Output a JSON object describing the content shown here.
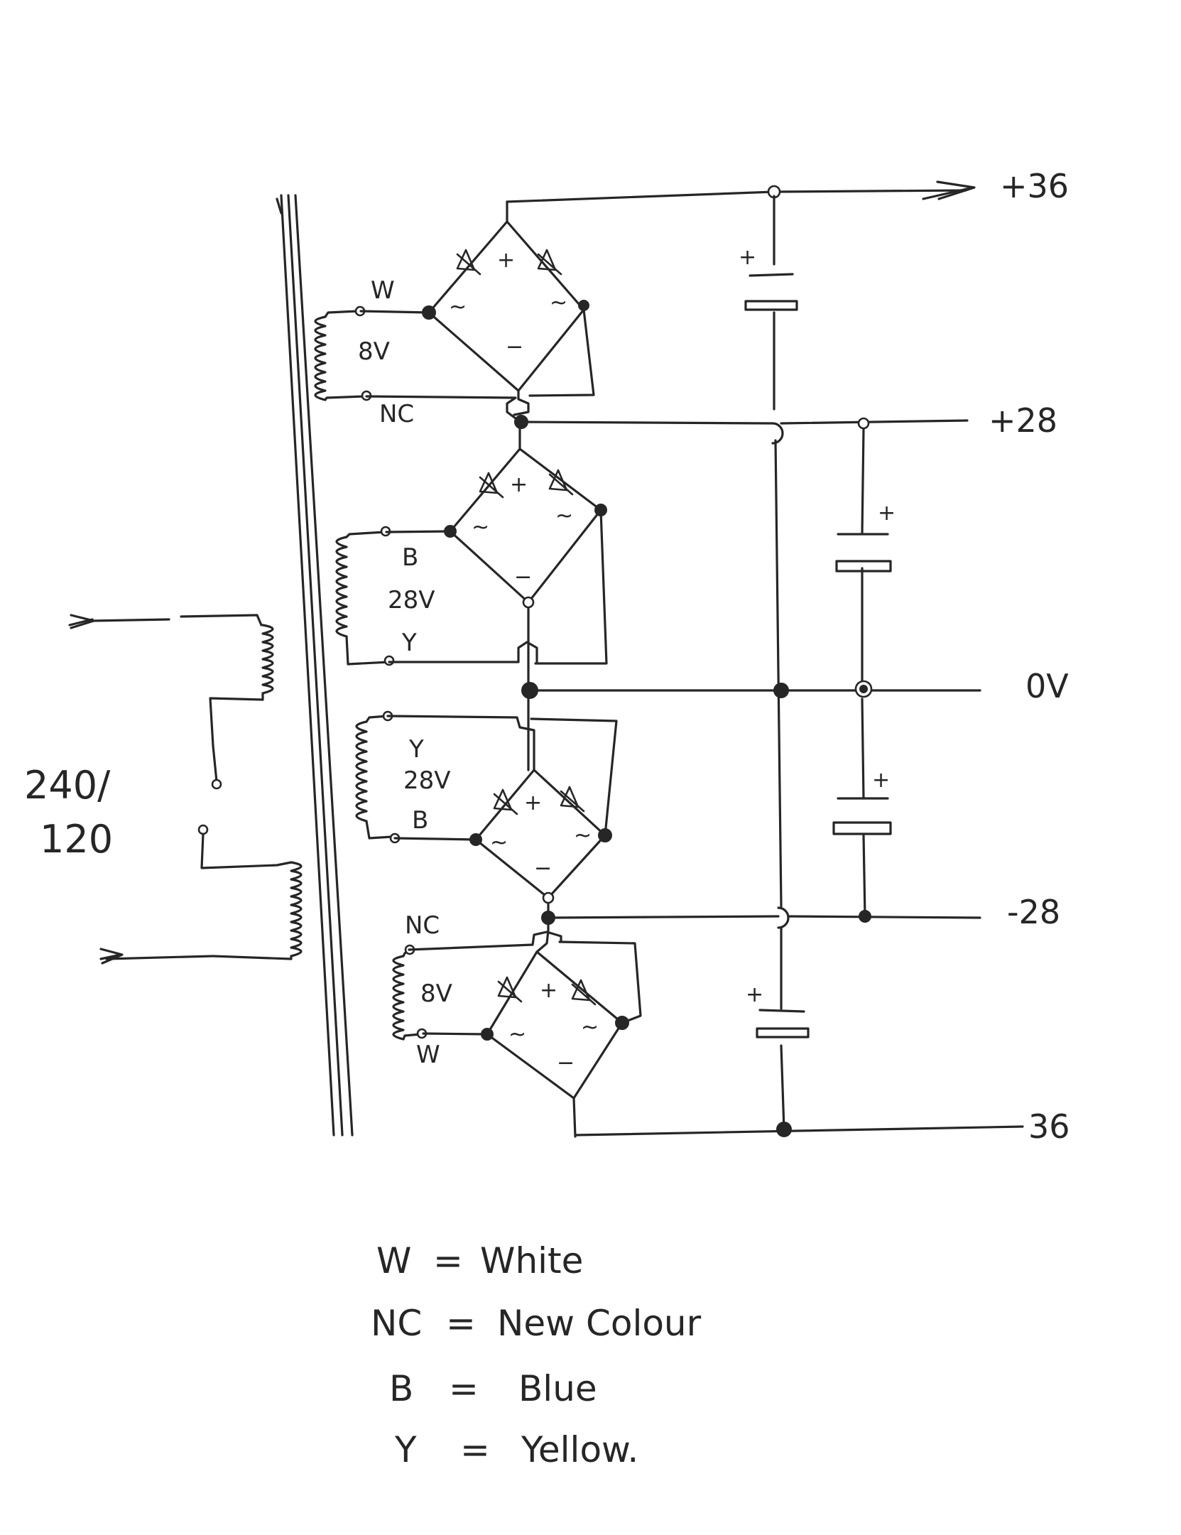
{
  "labels": {
    "rail_pos36": "+36",
    "rail_pos28": "+28",
    "rail_0v": "0V",
    "rail_neg28": "-28",
    "rail_neg36": "36",
    "mains_line1": "240/",
    "mains_line2": "120",
    "w": "W",
    "nc": "NC",
    "b": "B",
    "y": "Y",
    "v8": "8V",
    "v28": "28V",
    "plus": "+",
    "minus": "−",
    "ac": "~"
  },
  "legend": [
    {
      "key": "W",
      "value": "White"
    },
    {
      "key": "NC",
      "value": "New Colour"
    },
    {
      "key": "B",
      "value": "Blue"
    },
    {
      "key": "Y",
      "value": "Yellow."
    }
  ],
  "colors": {
    "ink": "#262626",
    "paper": "#ffffff"
  }
}
